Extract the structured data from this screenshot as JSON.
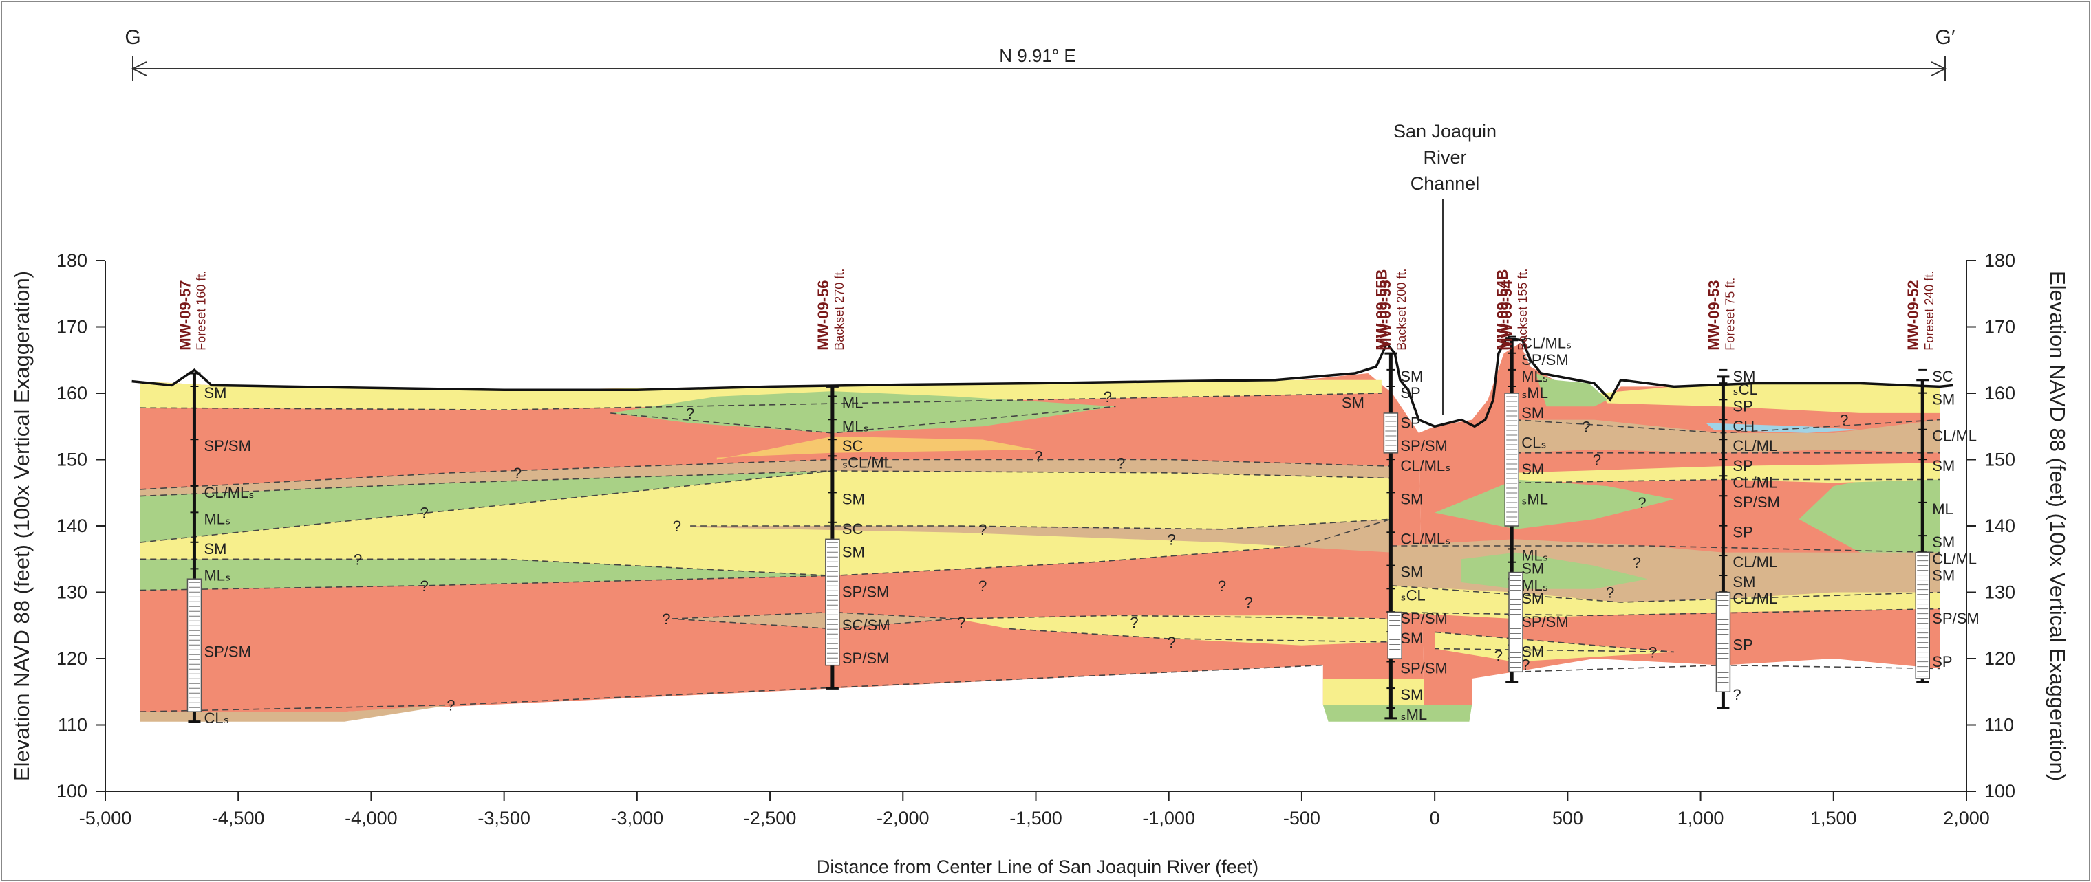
{
  "section": {
    "start_label": "G",
    "end_label": "G′",
    "bearing": "N 9.91° E",
    "river_label": [
      "San Joaquin",
      "River",
      "Channel"
    ]
  },
  "axes": {
    "y_label_left": "Elevation NAVD 88 (feet) (100x Vertical Exaggeration)",
    "y_label_right": "Elevation NAVD 88 (feet) (100x Vertical Exaggeration)",
    "x_label": "Distance from Center Line of San Joaquin River (feet)",
    "x_ticks": [
      "-5,000",
      "-4,500",
      "-4,000",
      "-3,500",
      "-3,000",
      "-2,500",
      "-2,000",
      "-1,500",
      "-1,000",
      "-500",
      "0",
      "500",
      "1,000",
      "1,500",
      "2,000"
    ],
    "y_ticks": [
      "100",
      "110",
      "120",
      "130",
      "140",
      "150",
      "160",
      "170",
      "180"
    ],
    "y_range": [
      100,
      180
    ],
    "x_range": [
      -5000,
      2000
    ]
  },
  "colors": {
    "SM_sand": "#f7ef8c",
    "SP_sand": "#f28b72",
    "ML_silt": "#a9d186",
    "CL_clay": "#d9b58c",
    "CH_clay": "#9fd3e6"
  },
  "wells": [
    {
      "name": "MW-09-57",
      "note": "Foreset 160 ft.",
      "x": -4665,
      "top": 163,
      "bottom": 110.5,
      "screen_top": 132,
      "screen_bottom": 112,
      "units": [
        [
          "SM",
          160
        ],
        [
          "SP/SM",
          152
        ],
        [
          "CL/MLₛ",
          145
        ],
        [
          "MLₛ",
          141
        ],
        [
          "SM",
          136.5
        ],
        [
          "MLₛ",
          132.5
        ],
        [
          "SP/SM",
          121
        ],
        [
          "CLₛ",
          111
        ]
      ]
    },
    {
      "name": "MW-09-56",
      "note": "Backset 270 ft.",
      "x": -2265,
      "top": 161,
      "bottom": 115.5,
      "screen_top": 138,
      "screen_bottom": 119,
      "units": [
        [
          "ML",
          158.5
        ],
        [
          "MLₛ",
          155
        ],
        [
          "SC",
          152
        ],
        [
          "ₛCL/ML",
          149.5
        ],
        [
          "SM",
          144
        ],
        [
          "SC",
          139.5
        ],
        [
          "SM",
          136
        ],
        [
          "SP/SM",
          130
        ],
        [
          "SC/SM",
          125
        ],
        [
          "SP/SM",
          120
        ]
      ]
    },
    {
      "name": "MW-09-55B",
      "note": "",
      "x": -165,
      "top": 166,
      "bottom": 111,
      "screen_top": 157,
      "screen_bottom": 151,
      "units": [
        [
          "SM",
          162.5
        ],
        [
          "SP",
          160
        ],
        [
          "SP",
          155.5
        ],
        [
          "SP/SM",
          152
        ],
        [
          "CL/MLₛ",
          149
        ],
        [
          "SM",
          144
        ],
        [
          "CL/MLₛ",
          138
        ],
        [
          "SM",
          133
        ],
        [
          "ₛCL",
          129.5
        ],
        [
          "SP/SM",
          126
        ],
        [
          "SM",
          123
        ],
        [
          "SP/SM",
          118.5
        ],
        [
          "SM",
          114.5
        ],
        [
          "ₛML",
          111.5
        ]
      ]
    },
    {
      "name": "MW-09-55",
      "note": "Backset 200 ft.",
      "x": -150,
      "top": null,
      "bottom": null,
      "screen_top": 127,
      "screen_bottom": 120,
      "units": []
    },
    {
      "name": "MW-09-54B",
      "note": "",
      "x": 290,
      "top": 168,
      "bottom": 116.5,
      "screen_top": 160,
      "screen_bottom": 140,
      "units": [
        [
          "CL/MLₛ",
          167.5
        ],
        [
          "SP/SM",
          165
        ],
        [
          "MLₛ",
          162.5
        ],
        [
          "ₛML",
          160
        ],
        [
          "SM",
          157
        ],
        [
          "CLₛ",
          152.5
        ],
        [
          "SM",
          148.5
        ],
        [
          "ₛML",
          144
        ],
        [
          "MLₛ",
          135.5
        ],
        [
          "SM",
          133.5
        ],
        [
          "MLₛ",
          131
        ],
        [
          "SM",
          129
        ],
        [
          "SP/SM",
          125.5
        ],
        [
          "SM",
          121
        ],
        [
          "?",
          119
        ]
      ]
    },
    {
      "name": "MW-09-54",
      "note": "Backset 155 ft.",
      "x": 305,
      "top": null,
      "bottom": null,
      "screen_top": 133,
      "screen_bottom": 118,
      "units": []
    },
    {
      "name": "MW-09-53",
      "note": "Foreset 75 ft.",
      "x": 1085,
      "top": 162.5,
      "bottom": 112.5,
      "screen_top": 130,
      "screen_bottom": 115,
      "units": [
        [
          "SM",
          162.5
        ],
        [
          "ₛCL",
          160.5
        ],
        [
          "SP",
          158
        ],
        [
          "CH",
          155
        ],
        [
          "CL/ML",
          152
        ],
        [
          "SP",
          149
        ],
        [
          "CL/ML",
          146.5
        ],
        [
          "SP/SM",
          143.5
        ],
        [
          "SP",
          139
        ],
        [
          "CL/ML",
          134.5
        ],
        [
          "SM",
          131.5
        ],
        [
          "CL/ML",
          129
        ],
        [
          "SP",
          122
        ],
        [
          "?",
          114.5
        ]
      ]
    },
    {
      "name": "MW-09-52",
      "note": "Foreset 240 ft.",
      "x": 1835,
      "top": 162,
      "bottom": 116.5,
      "screen_top": 136,
      "screen_bottom": 117,
      "units": [
        [
          "SC",
          162.5
        ],
        [
          "SM",
          159
        ],
        [
          "CL/ML",
          153.5
        ],
        [
          "SM",
          149
        ],
        [
          "ML",
          142.5
        ],
        [
          "SM",
          137.5
        ],
        [
          "CL/ML",
          135
        ],
        [
          "SM",
          132.5
        ],
        [
          "SP/SM",
          126
        ],
        [
          "SP",
          119.5
        ]
      ]
    }
  ],
  "question_marks": "?"
}
